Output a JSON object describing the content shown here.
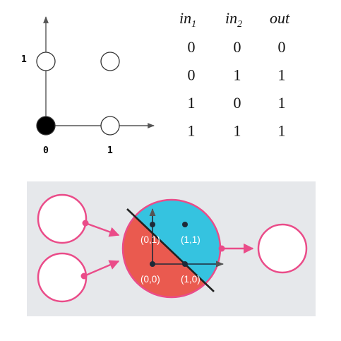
{
  "plot": {
    "y_tick_label": "1",
    "x_tick_labels": [
      "0",
      "1"
    ],
    "points": [
      {
        "in1": 0,
        "in2": 0,
        "filled": true
      },
      {
        "in1": 0,
        "in2": 1,
        "filled": false
      },
      {
        "in1": 1,
        "in2": 0,
        "filled": false
      },
      {
        "in1": 1,
        "in2": 1,
        "filled": false
      }
    ]
  },
  "truth_table": {
    "headers": [
      "in",
      "in",
      "out"
    ],
    "header_subscripts": [
      "1",
      "2",
      ""
    ],
    "rows": [
      [
        "0",
        "0",
        "0"
      ],
      [
        "0",
        "1",
        "1"
      ],
      [
        "1",
        "0",
        "1"
      ],
      [
        "1",
        "1",
        "1"
      ]
    ]
  },
  "perceptron": {
    "labels": [
      "(0,1)",
      "(1,1)",
      "(0,0)",
      "(1,0)"
    ],
    "colors": {
      "panel_bg": "#e6e8eb",
      "node_stroke": "#ea4c89",
      "region_top": "#35c3e0",
      "region_bottom": "#ea5a4f",
      "divider": "#222222"
    }
  }
}
